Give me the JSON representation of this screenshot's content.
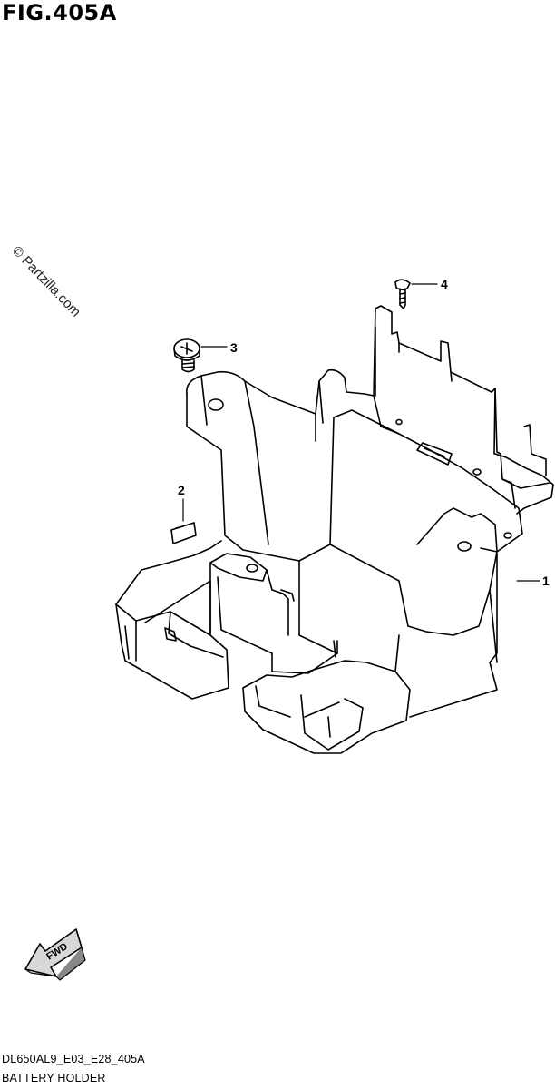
{
  "figure": {
    "title": "FIG.405A"
  },
  "watermark": {
    "text": "© Partzilla.com"
  },
  "callouts": [
    {
      "number": "1"
    },
    {
      "number": "2"
    },
    {
      "number": "3"
    },
    {
      "number": "4"
    }
  ],
  "fwd_indicator": {
    "label": "FWD"
  },
  "footer": {
    "diagram_code": "DL650AL9_E03_E28_405A",
    "diagram_name": "BATTERY HOLDER"
  }
}
